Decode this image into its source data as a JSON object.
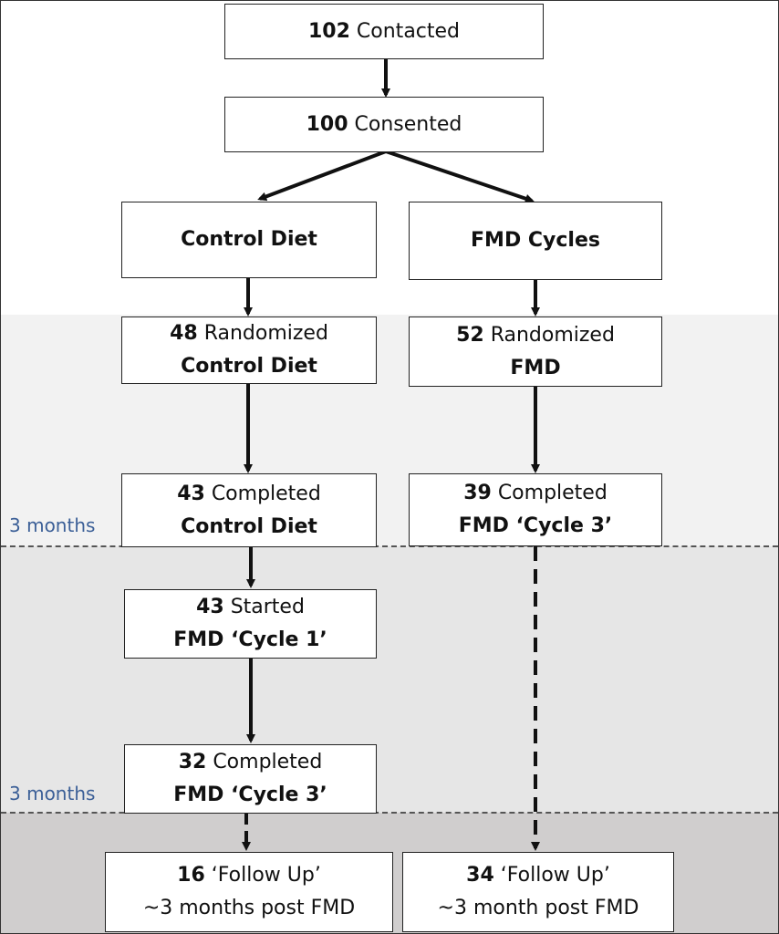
{
  "boxes": {
    "contacted": {
      "count": "102",
      "text": "Contacted"
    },
    "consented": {
      "count": "100",
      "text": "Consented"
    },
    "control_diet": {
      "text": "Control Diet"
    },
    "fmd_cycles": {
      "text": "FMD Cycles"
    },
    "randomized_control": {
      "count": "48",
      "text": "Randomized",
      "arm": "Control Diet"
    },
    "randomized_fmd": {
      "count": "52",
      "text": "Randomized",
      "arm": "FMD"
    },
    "completed_control": {
      "count": "43",
      "text": "Completed",
      "arm": "Control Diet"
    },
    "completed_fmd_cycle3": {
      "count": "39",
      "text": "Completed",
      "arm": "FMD ‘Cycle 3’"
    },
    "started_fmd_cycle1": {
      "count": "43",
      "text": "Started",
      "arm": "FMD ‘Cycle 1’"
    },
    "completed_control_cycle3": {
      "count": "32",
      "text": "Completed",
      "arm": "FMD ‘Cycle 3’"
    },
    "followup_control": {
      "count": "16",
      "text": "‘Follow Up’",
      "sub": "~3 months post FMD"
    },
    "followup_fmd": {
      "count": "34",
      "text": "‘Follow Up’",
      "sub": "~3 month post FMD"
    }
  },
  "side_labels": {
    "first": "3 months",
    "second": "3 months"
  },
  "colors": {
    "side_label": "#3b5f97",
    "band_light": "#f2f2f2",
    "band_mid": "#e6e6e6",
    "band_dark": "#d0cece"
  }
}
